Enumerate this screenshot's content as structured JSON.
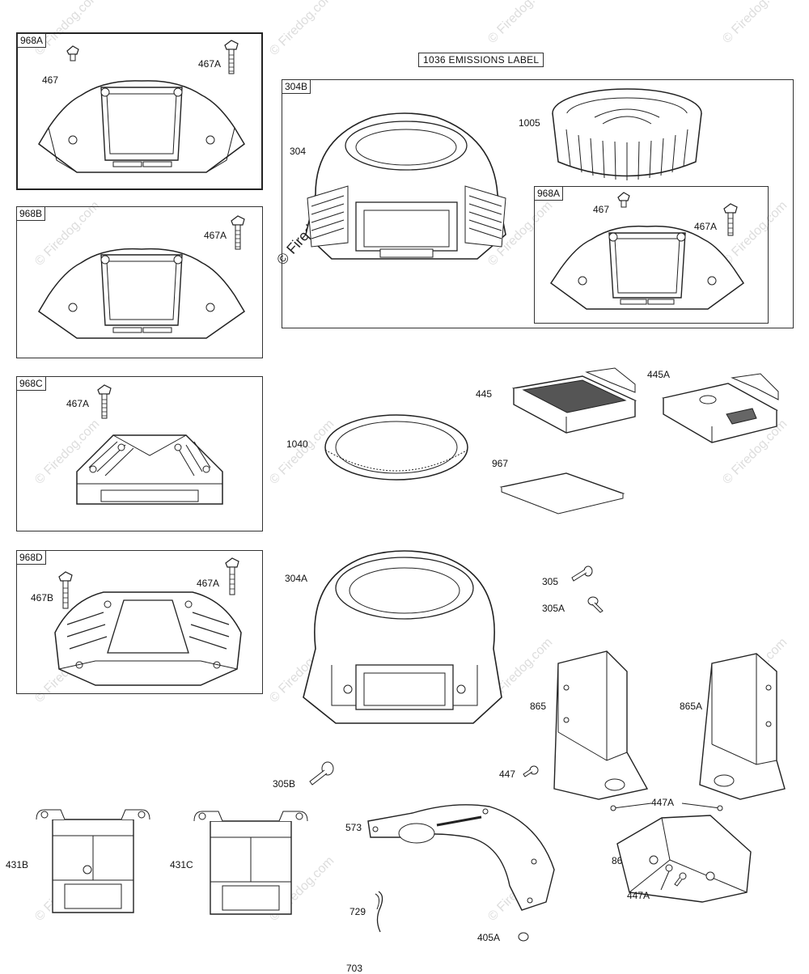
{
  "panels": {
    "p968A": "968A",
    "p968B": "968B",
    "p968C": "968C",
    "p968D": "968D",
    "p304B": "304B",
    "p968A_inner": "968A"
  },
  "emissions_label": "1036 EMISSIONS LABEL",
  "labels": {
    "l467": "467",
    "l467A_1": "467A",
    "l467A_2": "467A",
    "l467A_3": "467A",
    "l467A_4": "467A",
    "l467B": "467B",
    "l304": "304",
    "l1005": "1005",
    "l467_inner": "467",
    "l467A_inner": "467A",
    "l445": "445",
    "l445A": "445A",
    "l1040": "1040",
    "l967": "967",
    "l304A": "304A",
    "l305": "305",
    "l305A": "305A",
    "l865": "865",
    "l865A": "865A",
    "l447": "447",
    "l447A": "447A",
    "l305B": "305B",
    "l573": "573",
    "l865B": "865B",
    "l447A_2": "447A",
    "l431B": "431B",
    "l431C": "431C",
    "l729": "729",
    "l405A": "405A",
    "l703": "703"
  },
  "watermark": "© Firedog.com"
}
